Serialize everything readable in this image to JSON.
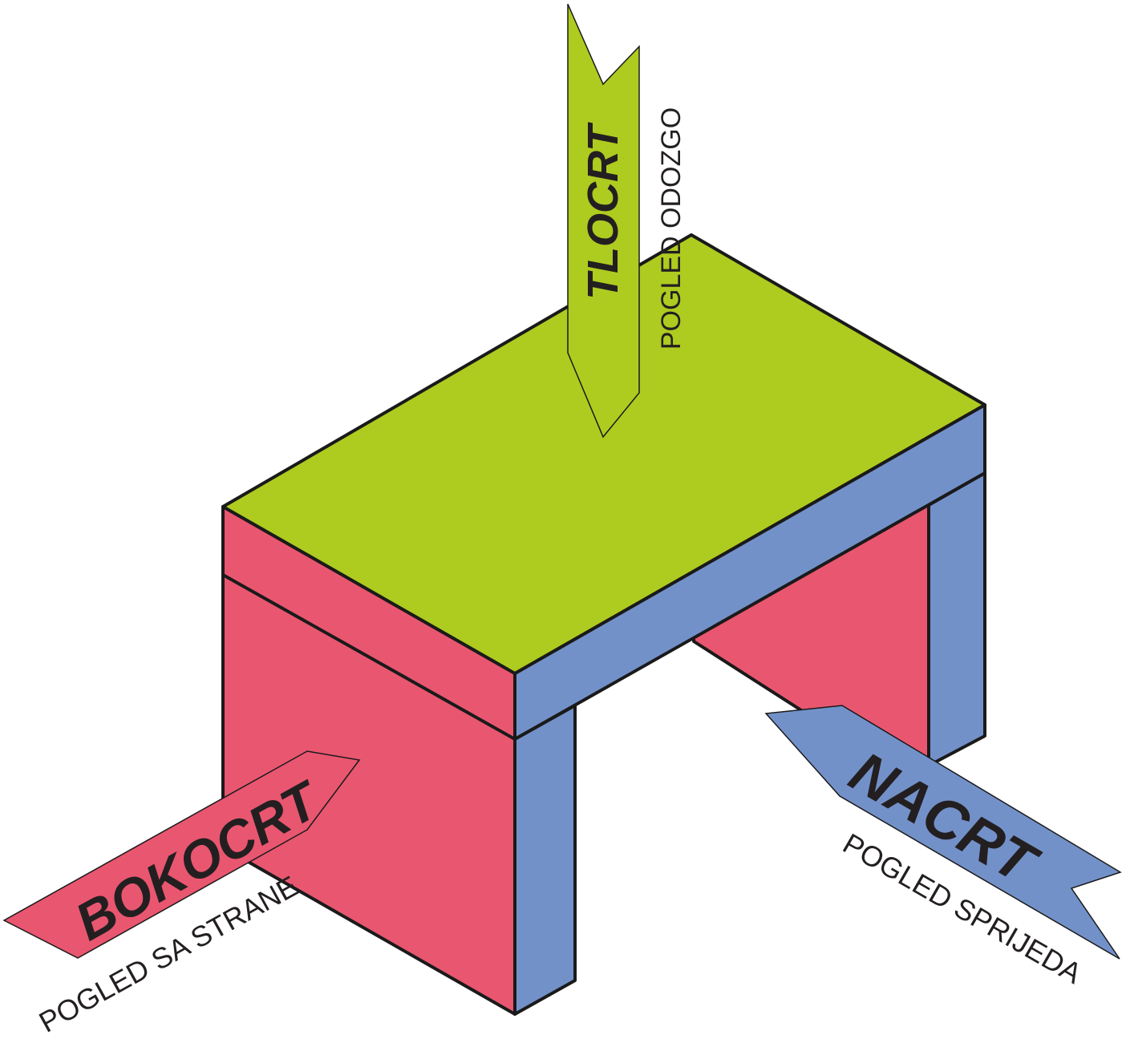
{
  "colors": {
    "top": "#aecb20",
    "side": "#e95670",
    "front": "#7391c9",
    "outline": "#1a1a1a",
    "text": "#231f20",
    "background": "#ffffff"
  },
  "views": {
    "top": {
      "title": "TLOCRT",
      "subtitle": "POGLED ODOZGO"
    },
    "side": {
      "title": "BOKOCRT",
      "subtitle": "POGLED SA STRANE"
    },
    "front": {
      "title": "NACRT",
      "subtitle": "POGLED SPRIJEDA"
    }
  }
}
